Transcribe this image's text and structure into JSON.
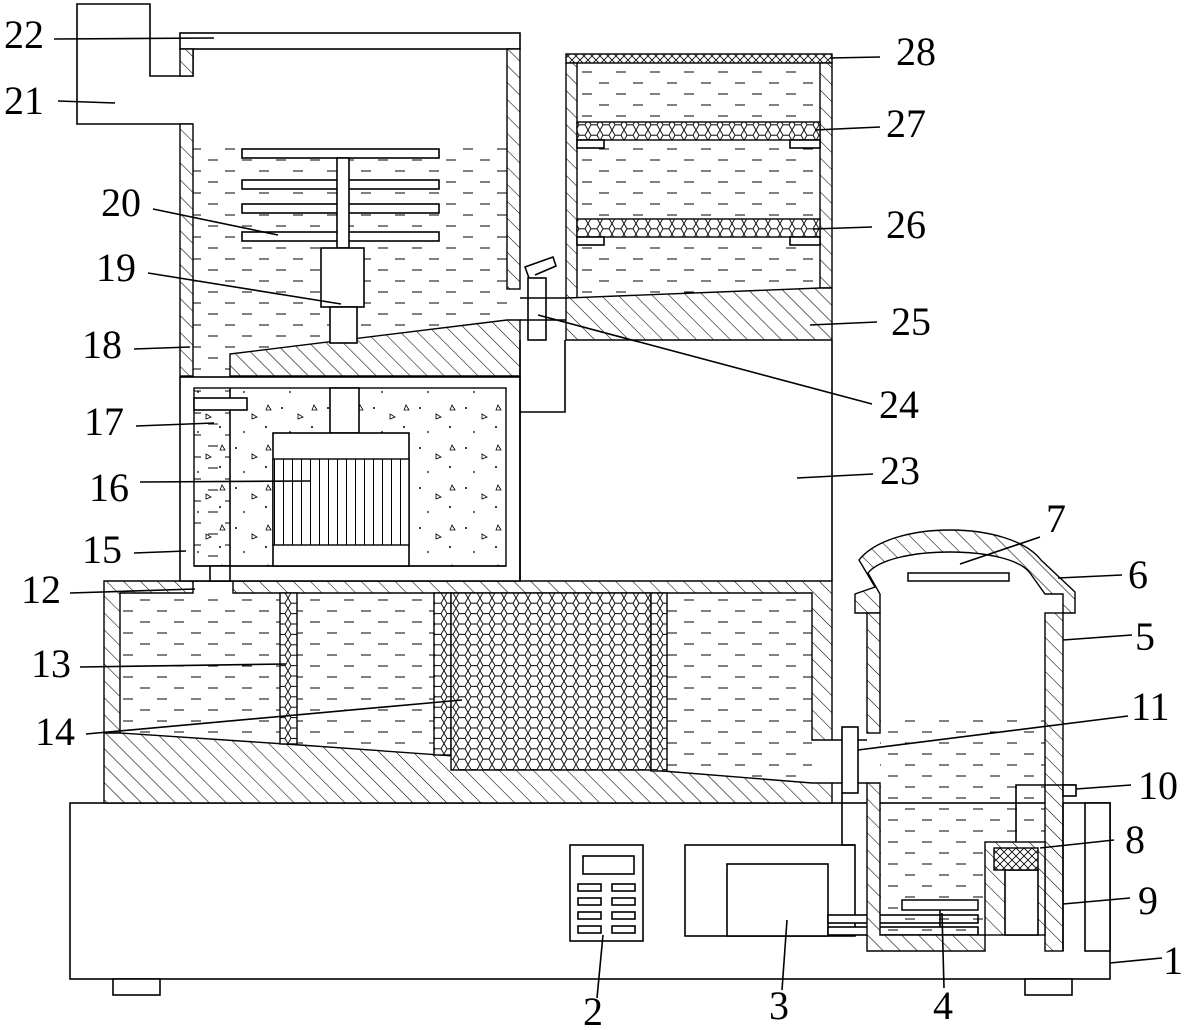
{
  "labels": [
    {
      "id": "1",
      "text": "1"
    },
    {
      "id": "2",
      "text": "2"
    },
    {
      "id": "3",
      "text": "3"
    },
    {
      "id": "4",
      "text": "4"
    },
    {
      "id": "5",
      "text": "5"
    },
    {
      "id": "6",
      "text": "6"
    },
    {
      "id": "7",
      "text": "7"
    },
    {
      "id": "8",
      "text": "8"
    },
    {
      "id": "9",
      "text": "9"
    },
    {
      "id": "10",
      "text": "10"
    },
    {
      "id": "11",
      "text": "11"
    },
    {
      "id": "12",
      "text": "12"
    },
    {
      "id": "13",
      "text": "13"
    },
    {
      "id": "14",
      "text": "14"
    },
    {
      "id": "15",
      "text": "15"
    },
    {
      "id": "16",
      "text": "16"
    },
    {
      "id": "17",
      "text": "17"
    },
    {
      "id": "18",
      "text": "18"
    },
    {
      "id": "19",
      "text": "19"
    },
    {
      "id": "20",
      "text": "20"
    },
    {
      "id": "21",
      "text": "21"
    },
    {
      "id": "22",
      "text": "22"
    },
    {
      "id": "23",
      "text": "23"
    },
    {
      "id": "24",
      "text": "24"
    },
    {
      "id": "25",
      "text": "25"
    },
    {
      "id": "26",
      "text": "26"
    },
    {
      "id": "27",
      "text": "27"
    },
    {
      "id": "28",
      "text": "28"
    }
  ]
}
